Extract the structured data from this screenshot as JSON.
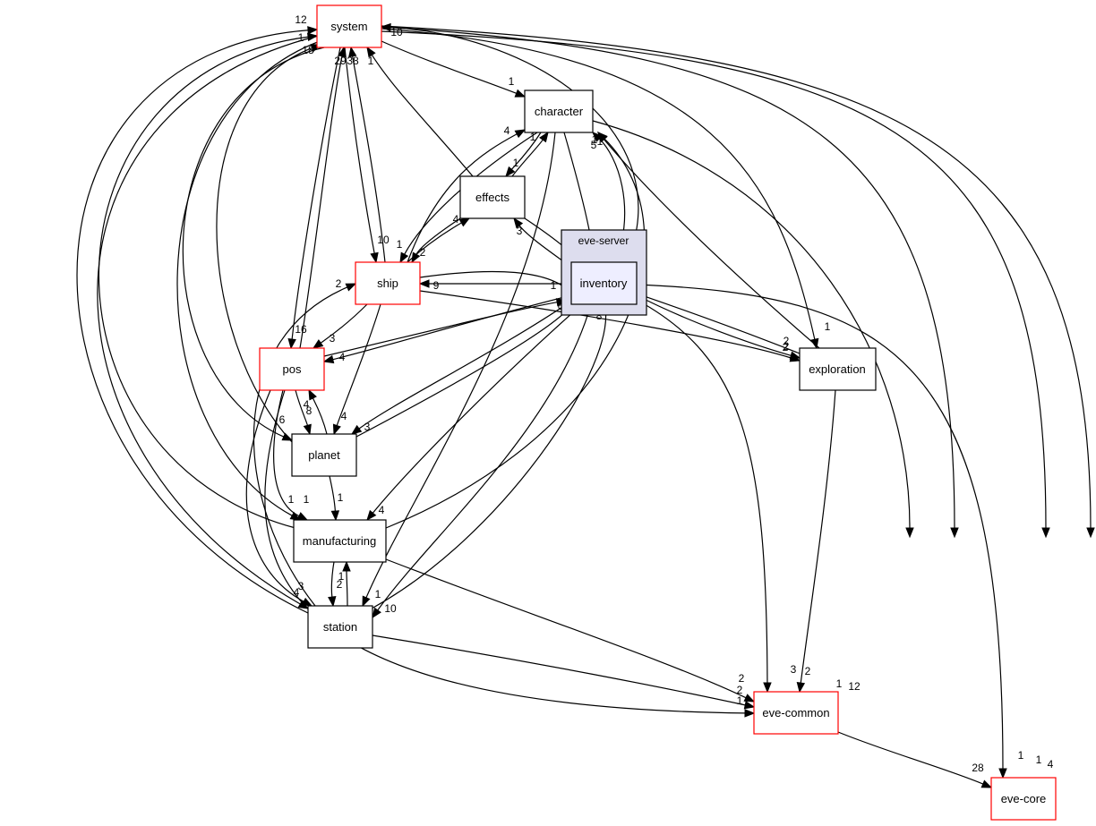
{
  "diagram": {
    "type": "directory-dependency-graph",
    "cluster": {
      "id": "eve-server",
      "label": "eve-server"
    },
    "nodes": [
      {
        "id": "system",
        "label": "system",
        "kind": "external"
      },
      {
        "id": "character",
        "label": "character",
        "kind": "internal"
      },
      {
        "id": "effects",
        "label": "effects",
        "kind": "internal"
      },
      {
        "id": "inventory",
        "label": "inventory",
        "kind": "current"
      },
      {
        "id": "ship",
        "label": "ship",
        "kind": "external"
      },
      {
        "id": "pos",
        "label": "pos",
        "kind": "external"
      },
      {
        "id": "planet",
        "label": "planet",
        "kind": "internal"
      },
      {
        "id": "exploration",
        "label": "exploration",
        "kind": "internal"
      },
      {
        "id": "manufacturing",
        "label": "manufacturing",
        "kind": "internal"
      },
      {
        "id": "station",
        "label": "station",
        "kind": "internal"
      },
      {
        "id": "eve-common",
        "label": "eve-common",
        "kind": "external"
      },
      {
        "id": "eve-core",
        "label": "eve-core",
        "kind": "external"
      }
    ],
    "edges": [
      {
        "from": "station",
        "to": "system",
        "weight": "12"
      },
      {
        "from": "manufacturing",
        "to": "system",
        "weight": "1"
      },
      {
        "from": "planet",
        "to": "system",
        "weight": "18"
      },
      {
        "from": "pos",
        "to": "system",
        "weight": "29"
      },
      {
        "from": "ship",
        "to": "system",
        "weight": "38"
      },
      {
        "from": "effects",
        "to": "system",
        "weight": "1"
      },
      {
        "from": "inventory",
        "to": "system",
        "weight": "10"
      },
      {
        "from": "system",
        "to": "character",
        "weight": "1"
      },
      {
        "from": "system",
        "to": "ship",
        "weight": "10"
      },
      {
        "from": "system",
        "to": "pos",
        "weight": "16"
      },
      {
        "from": "system",
        "to": "exploration",
        "weight": "1"
      },
      {
        "from": "system",
        "to": "eve-common",
        "weight": "12"
      },
      {
        "from": "system",
        "to": "eve-core",
        "weight": "4"
      },
      {
        "from": "character",
        "to": "effects",
        "weight": "1"
      },
      {
        "from": "effects",
        "to": "character",
        "weight": "1"
      },
      {
        "from": "ship",
        "to": "character",
        "weight": "4"
      },
      {
        "from": "inventory",
        "to": "character",
        "weight": "5"
      },
      {
        "from": "exploration",
        "to": "character",
        "weight": "1"
      },
      {
        "from": "character",
        "to": "inventory",
        "weight": "6"
      },
      {
        "from": "character",
        "to": "station",
        "weight": "1"
      },
      {
        "from": "character",
        "to": "ship",
        "weight": "1"
      },
      {
        "from": "character",
        "to": "eve-common",
        "weight": "1"
      },
      {
        "from": "ship",
        "to": "effects",
        "weight": "4"
      },
      {
        "from": "effects",
        "to": "ship",
        "weight": "2"
      },
      {
        "from": "inventory",
        "to": "effects",
        "weight": "3"
      },
      {
        "from": "effects",
        "to": "inventory",
        "weight": "3"
      },
      {
        "from": "inventory",
        "to": "ship",
        "weight": "9"
      },
      {
        "from": "ship",
        "to": "inventory",
        "weight": "1"
      },
      {
        "from": "inventory",
        "to": "pos",
        "weight": "4"
      },
      {
        "from": "pos",
        "to": "inventory",
        "weight": "6"
      },
      {
        "from": "planet",
        "to": "inventory",
        "weight": "3"
      },
      {
        "from": "station",
        "to": "inventory",
        "weight": "8"
      },
      {
        "from": "inventory",
        "to": "planet",
        "weight": "3"
      },
      {
        "from": "inventory",
        "to": "manufacturing",
        "weight": "4"
      },
      {
        "from": "inventory",
        "to": "station",
        "weight": "10"
      },
      {
        "from": "inventory",
        "to": "exploration",
        "weight": "2"
      },
      {
        "from": "exploration",
        "to": "inventory",
        "weight": "2"
      },
      {
        "from": "inventory",
        "to": "eve-common",
        "weight": "3"
      },
      {
        "from": "inventory",
        "to": "eve-core",
        "weight": "1"
      },
      {
        "from": "ship",
        "to": "pos",
        "weight": "3"
      },
      {
        "from": "ship",
        "to": "planet",
        "weight": "4"
      },
      {
        "from": "ship",
        "to": "exploration",
        "weight": "2"
      },
      {
        "from": "station",
        "to": "ship",
        "weight": "2"
      },
      {
        "from": "pos",
        "to": "planet",
        "weight": "8"
      },
      {
        "from": "planet",
        "to": "pos",
        "weight": "4"
      },
      {
        "from": "pos",
        "to": "manufacturing",
        "weight": "1"
      },
      {
        "from": "pos",
        "to": "eve-common",
        "weight": "1"
      },
      {
        "from": "system",
        "to": "planet",
        "weight": "6"
      },
      {
        "from": "system",
        "to": "manufacturing",
        "weight": "1"
      },
      {
        "from": "system",
        "to": "station",
        "weight": "4"
      },
      {
        "from": "pos",
        "to": "station",
        "weight": "3"
      },
      {
        "from": "planet",
        "to": "manufacturing",
        "weight": "1"
      },
      {
        "from": "manufacturing",
        "to": "station",
        "weight": "2"
      },
      {
        "from": "station",
        "to": "manufacturing",
        "weight": "1"
      },
      {
        "from": "manufacturing",
        "to": "character",
        "weight": "1"
      },
      {
        "from": "manufacturing",
        "to": "eve-common",
        "weight": "2"
      },
      {
        "from": "station",
        "to": "eve-common",
        "weight": "2"
      },
      {
        "from": "exploration",
        "to": "eve-common",
        "weight": "2"
      },
      {
        "from": "eve-common",
        "to": "eve-core",
        "weight": "28"
      },
      {
        "from": "system",
        "to": "eve-core",
        "weight": "1"
      }
    ]
  }
}
